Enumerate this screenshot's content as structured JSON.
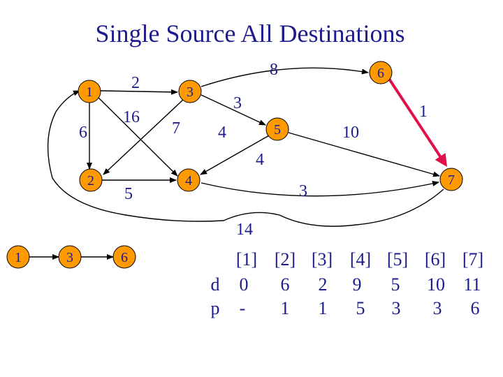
{
  "title": "Single Source All Destinations",
  "nodes": {
    "n1": "1",
    "n2": "2",
    "n3": "3",
    "n4": "4",
    "n5": "5",
    "n6": "6",
    "n7": "7"
  },
  "edge_weights": {
    "w1_3": "2",
    "w1_4": "16",
    "w1_2": "6",
    "w2_4": "5",
    "w3_4": "7",
    "w3_5": "3",
    "w3_6": "8",
    "w4_5": "4",
    "w5_4": "4",
    "w4_7": "3",
    "w5_7": "10",
    "w6_7": "1",
    "w7_2": "14"
  },
  "path": [
    "1",
    "3",
    "6"
  ],
  "table": {
    "headers": [
      "[1]",
      "[2]",
      "[3]",
      "[4]",
      "[5]",
      "[6]",
      "[7]"
    ],
    "d_label": "d",
    "p_label": "p",
    "d": [
      "0",
      "6",
      "2",
      "9",
      "5",
      "10",
      "11"
    ],
    "p": [
      "-",
      "1",
      "1",
      "5",
      "3",
      "3",
      "6"
    ]
  },
  "colors": {
    "node_fill": "#ff9900",
    "text": "#1c1c8c",
    "highlight_edge": "#e0104a"
  }
}
